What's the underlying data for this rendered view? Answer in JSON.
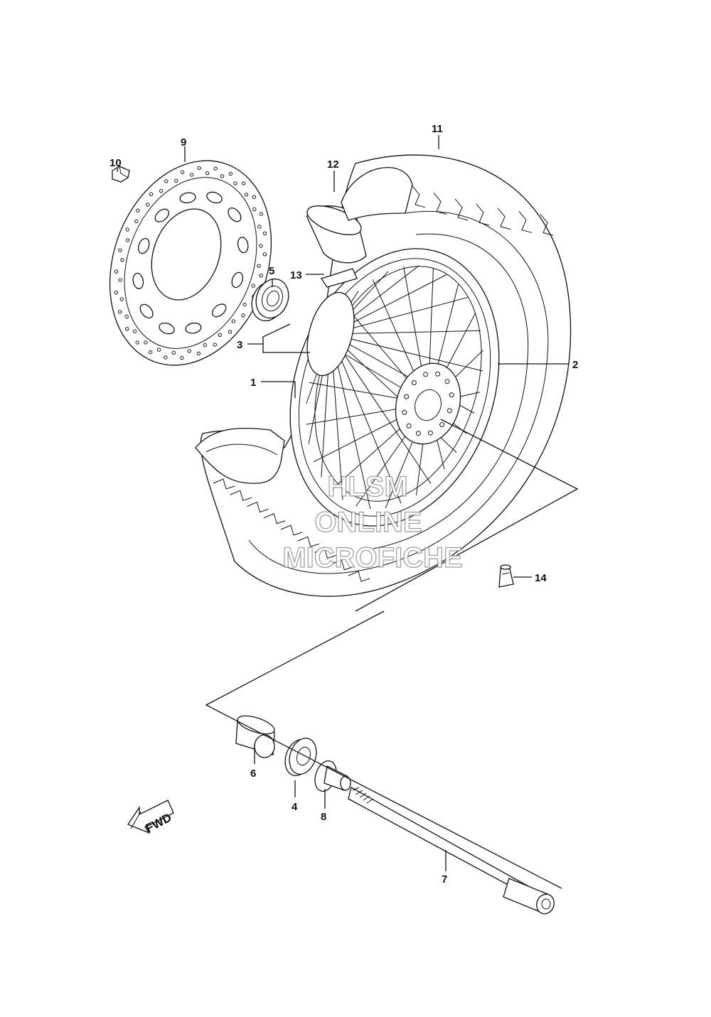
{
  "callouts": [
    {
      "id": "c1",
      "text": "1"
    },
    {
      "id": "c2",
      "text": "2"
    },
    {
      "id": "c3",
      "text": "3"
    },
    {
      "id": "c4",
      "text": "4"
    },
    {
      "id": "c5",
      "text": "5"
    },
    {
      "id": "c6",
      "text": "6"
    },
    {
      "id": "c7",
      "text": "7"
    },
    {
      "id": "c8",
      "text": "8"
    },
    {
      "id": "c9",
      "text": "9"
    },
    {
      "id": "c10",
      "text": "10"
    },
    {
      "id": "c11",
      "text": "11"
    },
    {
      "id": "c12",
      "text": "12"
    },
    {
      "id": "c13",
      "text": "13"
    },
    {
      "id": "c14",
      "text": "14"
    }
  ],
  "watermark": {
    "line1": "HLSM",
    "line2": "ONLINE",
    "line3": "MICROFICHE"
  },
  "direction_arrow": {
    "text": "FWD",
    "icon": "forward-arrow-icon"
  }
}
